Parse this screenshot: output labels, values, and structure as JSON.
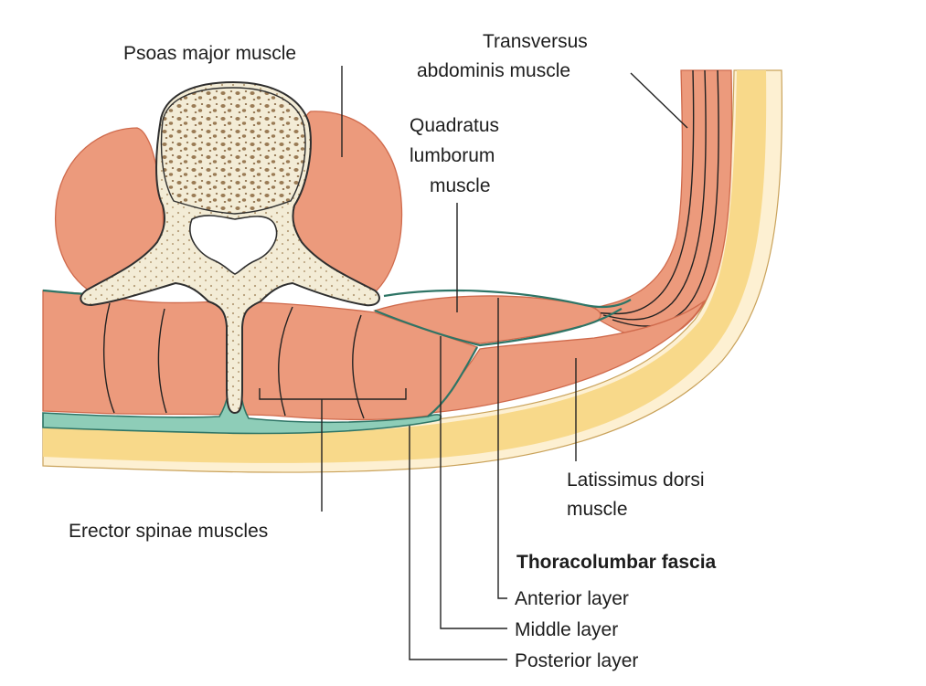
{
  "labels": {
    "psoas": "Psoas major muscle",
    "transversus_1": "Transversus",
    "transversus_2": "abdominis muscle",
    "quadratus_1": "Quadratus",
    "quadratus_2": "lumborum",
    "quadratus_3": "muscle",
    "latissimus_1": "Latissimus dorsi",
    "latissimus_2": "muscle",
    "erector": "Erector spinae muscles",
    "fascia_title": "Thoracolumbar fascia",
    "anterior": "Anterior layer",
    "middle": "Middle layer",
    "posterior": "Posterior layer"
  },
  "colors": {
    "muscle": "#ec9a7c",
    "muscle_line": "#cf6a4c",
    "fascia": "#8ecdb8",
    "fascia_line": "#2e7566",
    "fat": "#f8d98a",
    "skin": "#fdf0d2",
    "bone": "#f3ecd6",
    "bone_pore": "#9a7b55",
    "bone_line": "#2f2f2f"
  }
}
